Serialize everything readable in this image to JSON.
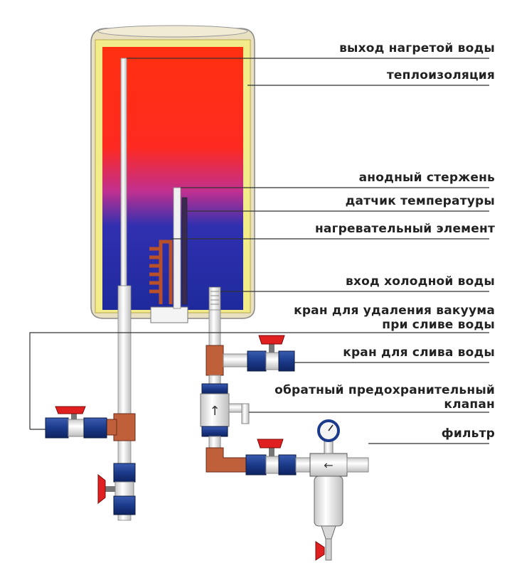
{
  "labels": {
    "hot_outlet": "выход нагретой воды",
    "insulation": "теплоизоляция",
    "anode": "анодный стержень",
    "temp_sensor": "датчик температуры",
    "heating_element": "нагревательный элемент",
    "cold_inlet": "вход холодной воды",
    "vacuum_valve_line1": "кран для удаления вакуума",
    "vacuum_valve_line2": "при сливе воды",
    "drain_valve": "кран для слива воды",
    "check_valve_line1": "обратный предохранительный",
    "check_valve_line2": "клапан",
    "filter": "фильтр"
  },
  "colors": {
    "hot": "#ff2a10",
    "cold": "#1e2a9c",
    "insulation": "#f2ec8a",
    "shell": "#e8e0c0",
    "pipe": "#e9e9e9",
    "valve_body": "#1b3a8a",
    "valve_handle": "#e02020",
    "brass": "#c0603a",
    "leader": "#333333"
  }
}
